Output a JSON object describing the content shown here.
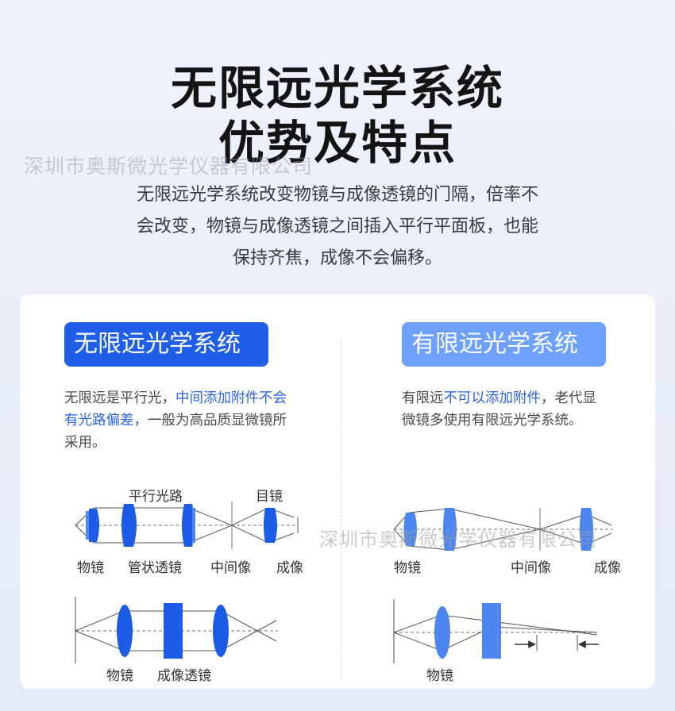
{
  "header": {
    "title_line1": "无限远光学系统",
    "title_line2": "优势及特点",
    "intro_line1": "无限远光学系统改变物镜与成像透镜的门隔，倍率不",
    "intro_line2": "会改变，物镜与成像透镜之间插入平行平面板，也能",
    "intro_line3": "保持齐焦，成像不会偏移。"
  },
  "watermarks": {
    "top": "深圳市奥斯微光学仪器有限公司",
    "right": "深圳市奥斯微光学仪器有限公司"
  },
  "left": {
    "badge": "无限远光学系统",
    "desc_a": "无限远是平行光，",
    "desc_b": "中间添加附件不会有光路偏差，",
    "desc_c": "一般为高品质显微镜所采用。",
    "label_parallel": "平行光路",
    "label_eyepiece": "目镜",
    "label_objective": "物镜",
    "label_tube": "管状透镜",
    "label_intermediate": "中间像",
    "label_image": "成像",
    "label_objective2": "物镜",
    "label_imaging_lens": "成像透镜"
  },
  "right": {
    "badge": "有限远光学系统",
    "desc_a": "有限远",
    "desc_b": "不可以添加附件",
    "desc_c": "，老代显微镜多使用有限远光学系统。",
    "label_objective": "物镜",
    "label_intermediate": "中间像",
    "label_image": "成像",
    "label_objective2": "物镜"
  },
  "colors": {
    "lens_dark": "#1b5be6",
    "lens_light": "#4d86f0",
    "badge_left": "#1f5ee8",
    "badge_right": "#6ea1ff"
  }
}
